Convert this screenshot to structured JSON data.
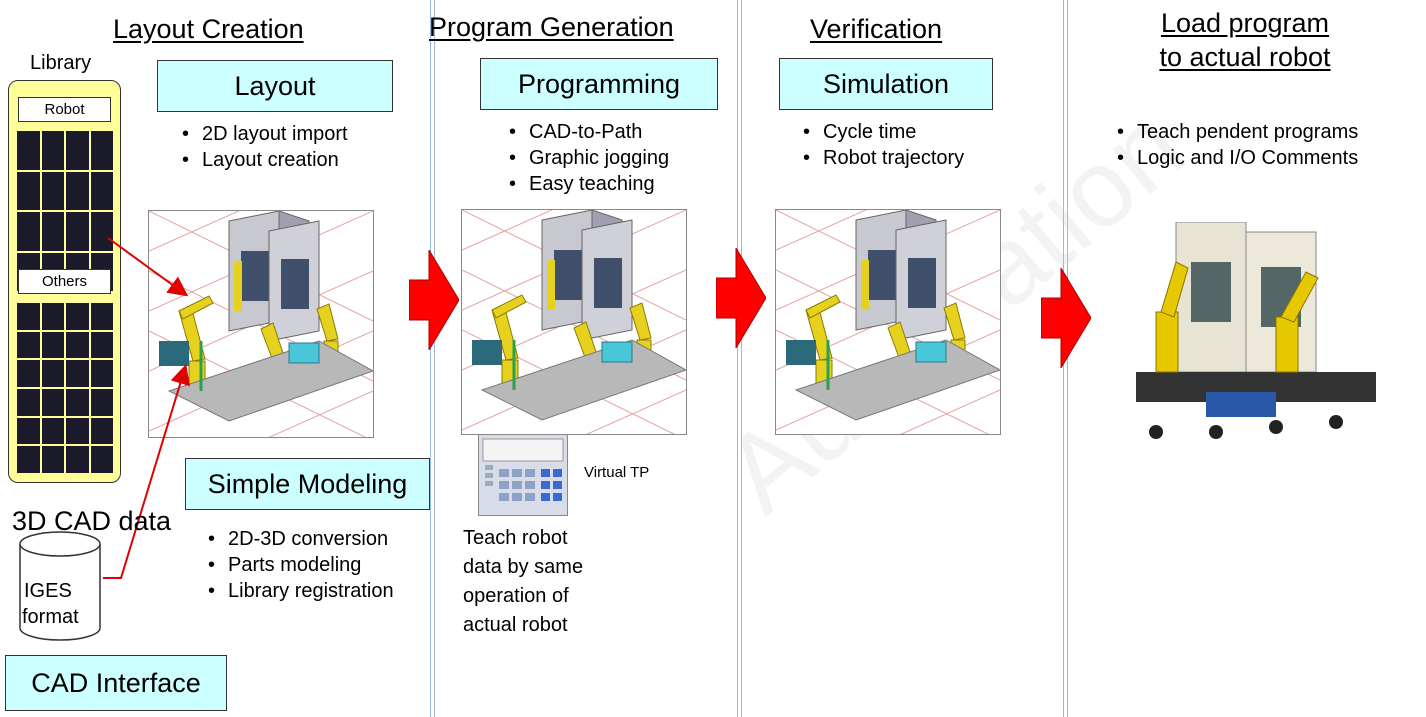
{
  "headings": {
    "layout_creation": "Layout Creation",
    "program_generation": "Program Generation",
    "verification": "Verification",
    "load_program_line1": "Load program",
    "load_program_line2": "to actual robot"
  },
  "library": {
    "title": "Library",
    "robot_label": "Robot",
    "others_label": "Others"
  },
  "boxes": {
    "layout": "Layout",
    "programming": "Programming",
    "simulation": "Simulation",
    "simple_modeling": "Simple Modeling",
    "cad_interface": "CAD Interface"
  },
  "bullets": {
    "layout": [
      "2D layout import",
      "Layout creation"
    ],
    "programming": [
      "CAD-to-Path",
      "Graphic jogging",
      "Easy teaching"
    ],
    "simulation": [
      "Cycle time",
      "Robot trajectory"
    ],
    "load": [
      "Teach pendent programs",
      "Logic and I/O Comments"
    ],
    "modeling": [
      "2D-3D conversion",
      "Parts modeling",
      "Library registration"
    ]
  },
  "cad": {
    "title": "3D CAD data",
    "cylinder_line1": "IGES",
    "cylinder_line2": "format"
  },
  "virtual_tp": {
    "label": "Virtual TP",
    "caption_lines": [
      "Teach robot",
      "data by same",
      "operation of",
      "actual robot"
    ]
  },
  "watermark": "Automation",
  "colors": {
    "cyan_box": "#ccffff",
    "library_panel": "#ffff99",
    "arrow_red": "#ff0000",
    "connector_red": "#e00000",
    "robot_yellow": "#e6d21e",
    "divider": "#9bb8dd"
  }
}
